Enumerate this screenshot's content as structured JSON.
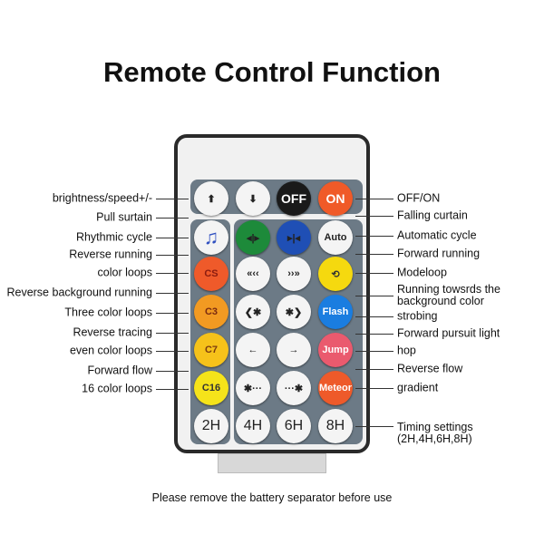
{
  "title": "Remote Control Function",
  "note": "Please remove the battery separator before use",
  "left_labels": [
    "brightness/speed+/-",
    "Pull surtain",
    "Rhythmic cycle",
    "Reverse running",
    "color loops",
    "Reverse background running",
    "Three color loops",
    "Reverse tracing",
    "even color loops",
    "Forward flow",
    "16 color loops"
  ],
  "right_labels": [
    "OFF/ON",
    "Falling curtain",
    "Automatic cycle",
    "Forward running",
    "Modeloop",
    "Running towsrds the background color",
    "strobing",
    "Forward pursuit light",
    "hop",
    "Reverse flow",
    "gradient",
    "Timing settings (2H,4H,6H,8H)"
  ],
  "buttons": [
    {
      "label": "⬆",
      "name": "brightness-up-button",
      "color": "#f4f4f4",
      "text": "#222"
    },
    {
      "label": "⬇",
      "name": "brightness-down-button",
      "color": "#f4f4f4",
      "text": "#222"
    },
    {
      "label": "OFF",
      "name": "off-button",
      "color": "#1a1a1a",
      "text": "#fff"
    },
    {
      "label": "ON",
      "name": "on-button",
      "color": "#f05a28",
      "text": "#fff"
    },
    {
      "label": "♫",
      "name": "music-button",
      "color": "#f4f4f4",
      "text": "#3050c0"
    },
    {
      "label": "◂|▸",
      "name": "pull-curtain-button",
      "color": "#1d8a3a",
      "text": "#222"
    },
    {
      "label": "▸|◂",
      "name": "falling-curtain-button",
      "color": "#1f4fb5",
      "text": "#222"
    },
    {
      "label": "Auto",
      "name": "auto-button",
      "color": "#f4f4f4",
      "text": "#222"
    },
    {
      "label": "CS",
      "name": "cs-button",
      "color": "#ef5a2a",
      "text": "#8a1c10"
    },
    {
      "label": "«‹‹",
      "name": "reverse-running-button",
      "color": "#f4f4f4",
      "text": "#222"
    },
    {
      "label": "››»",
      "name": "forward-running-button",
      "color": "#f4f4f4",
      "text": "#222"
    },
    {
      "label": "⟲",
      "name": "modeloop-button",
      "color": "#f5d90f",
      "text": "#333"
    },
    {
      "label": "C3",
      "name": "c3-button",
      "color": "#f29a22",
      "text": "#7a2a10"
    },
    {
      "label": "❮✱",
      "name": "reverse-background-button",
      "color": "#f4f4f4",
      "text": "#222"
    },
    {
      "label": "✱❯",
      "name": "forward-background-button",
      "color": "#f4f4f4",
      "text": "#222"
    },
    {
      "label": "Flash",
      "name": "flash-button",
      "color": "#1a7de0",
      "text": "#fff"
    },
    {
      "label": "C7",
      "name": "c7-button",
      "color": "#f6c21a",
      "text": "#7a3a10"
    },
    {
      "label": "←",
      "name": "reverse-tracing-button",
      "color": "#f4f4f4",
      "text": "#222"
    },
    {
      "label": "→",
      "name": "forward-pursuit-button",
      "color": "#f4f4f4",
      "text": "#222"
    },
    {
      "label": "Jump",
      "name": "jump-button",
      "color": "#ea5a6e",
      "text": "#fff"
    },
    {
      "label": "C16",
      "name": "c16-button",
      "color": "#f5e31a",
      "text": "#333"
    },
    {
      "label": "✱···",
      "name": "forward-flow-button",
      "color": "#f4f4f4",
      "text": "#222"
    },
    {
      "label": "···✱",
      "name": "reverse-flow-button",
      "color": "#f4f4f4",
      "text": "#222"
    },
    {
      "label": "Meteor",
      "name": "meteor-button",
      "color": "#ee5a2a",
      "text": "#fff"
    },
    {
      "label": "2H",
      "name": "timer-2h-button",
      "color": "#f4f4f4",
      "text": "#222"
    },
    {
      "label": "4H",
      "name": "timer-4h-button",
      "color": "#f4f4f4",
      "text": "#222"
    },
    {
      "label": "6H",
      "name": "timer-6h-button",
      "color": "#f4f4f4",
      "text": "#222"
    },
    {
      "label": "8H",
      "name": "timer-8h-button",
      "color": "#f4f4f4",
      "text": "#222"
    }
  ]
}
